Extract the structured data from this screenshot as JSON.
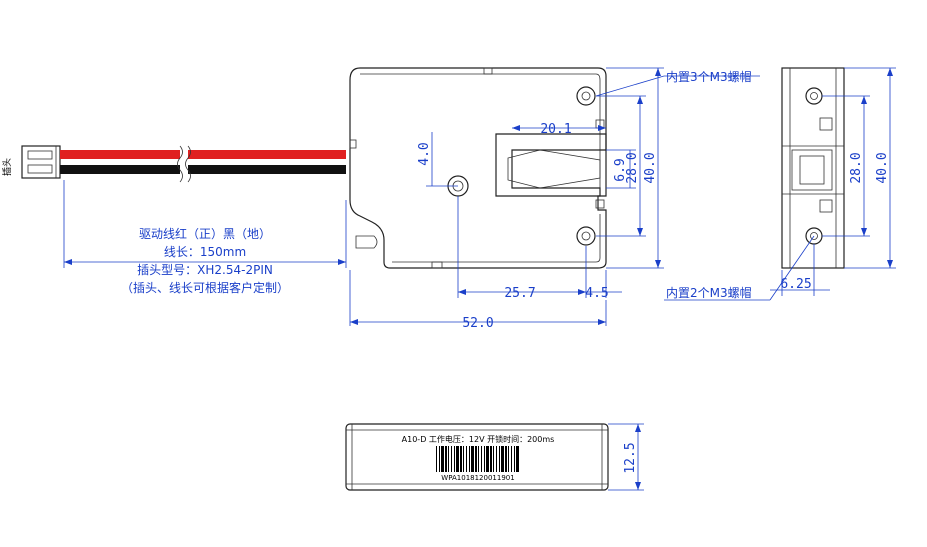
{
  "connector": {
    "label": "插头"
  },
  "wire_note": {
    "line1": "驱动线红（正）黑（地）",
    "line2": "线长：150mm",
    "line3": "插头型号：XH2.54-2PIN",
    "line4": "（插头、线长可根据客户定制）"
  },
  "front_view": {
    "dims": {
      "d_20_1": "20.1",
      "d_4_0": "4.0",
      "d_6_9": "6.9",
      "d_28_0": "28.0",
      "d_40_0": "40.0",
      "d_25_7": "25.7",
      "d_4_5": "4.5",
      "d_52_0": "52.0"
    },
    "note_top": "内置3个M3螺帽"
  },
  "side_view": {
    "dims": {
      "d_28_0": "28.0",
      "d_40_0": "40.0",
      "d_6_25": "6.25"
    },
    "note_bottom": "内置2个M3螺帽"
  },
  "bottom_view": {
    "label_line1": "A10-D   工作电压：12V   开锁时间：200ms",
    "barcode_text": "WPA1018120011901",
    "dims": {
      "d_12_5": "12.5"
    }
  },
  "colors": {
    "dimension": "#1a3fc9",
    "wire_red": "#e02020",
    "wire_black": "#111111"
  }
}
